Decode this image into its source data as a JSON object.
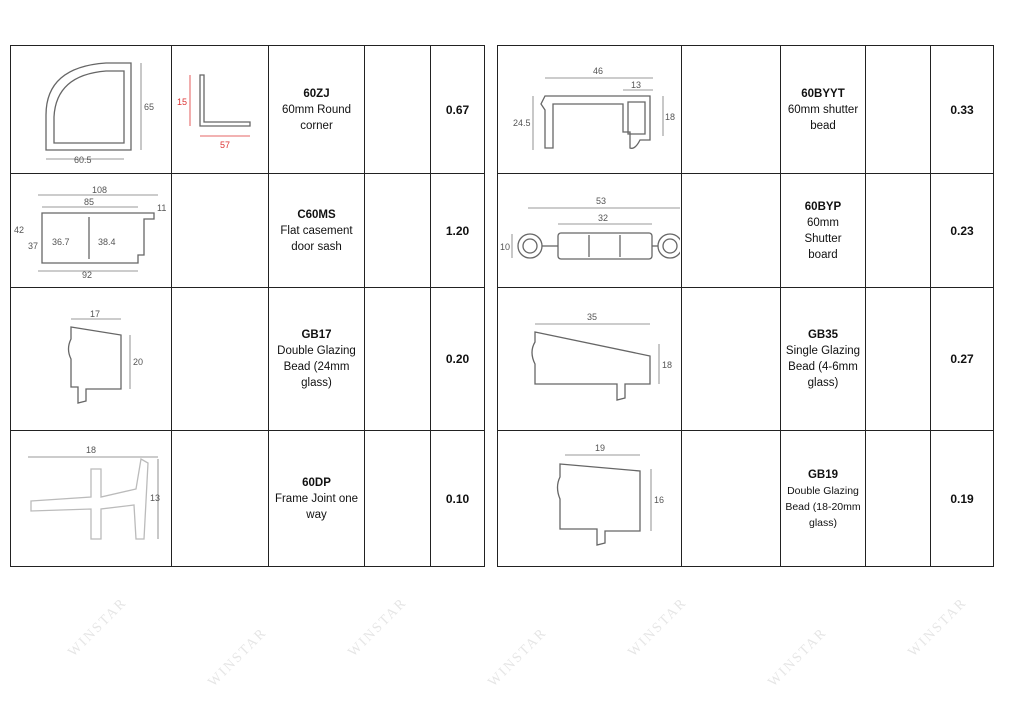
{
  "watermark": "WINSTAR",
  "left_table": [
    {
      "code": "60ZJ",
      "desc": "60mm Round\ncorner",
      "weight": "0.67",
      "dims": [
        "60.5",
        "65"
      ],
      "dims2": [
        "57",
        "15"
      ]
    },
    {
      "code": "C60MS",
      "desc": "Flat casement\ndoor sash",
      "weight": "1.20",
      "dims": [
        "108",
        "85",
        "42",
        "37",
        "36.7",
        "38.4",
        "92",
        "11"
      ]
    },
    {
      "code": "GB17",
      "desc": "Double Glazing\nBead (24mm\nglass)",
      "weight": "0.20",
      "dims": [
        "17",
        "20"
      ]
    },
    {
      "code": "60DP",
      "desc": "Frame Joint one\nway",
      "weight": "0.10",
      "dims": [
        "18",
        "13"
      ]
    }
  ],
  "right_table": [
    {
      "code": "60BYYT",
      "desc": "60mm shutter\nbead",
      "weight": "0.33",
      "dims": [
        "46",
        "13",
        "24.5",
        "18"
      ]
    },
    {
      "code": "60BYP",
      "desc": "60mm\nShutter\nboard",
      "weight": "0.23",
      "dims": [
        "53",
        "32",
        "10"
      ]
    },
    {
      "code": "GB35",
      "desc": "Single Glazing\nBead  (4-6mm\nglass)",
      "weight": "0.27",
      "dims": [
        "35",
        "18"
      ]
    },
    {
      "code": "GB19",
      "desc": "Double Glazing\nBead  (18-20mm\nglass)",
      "weight": "0.19",
      "dims": [
        "19",
        "16"
      ]
    }
  ]
}
